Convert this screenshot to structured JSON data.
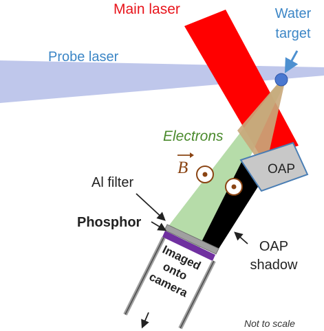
{
  "labels": {
    "main_laser": "Main laser",
    "water_target": [
      "Water",
      "target"
    ],
    "probe_laser": "Probe laser",
    "electrons": "Electrons",
    "b_field": "B",
    "al_filter": "Al filter",
    "phosphor": "Phosphor",
    "oap": "OAP",
    "oap_shadow": [
      "OAP",
      "shadow"
    ],
    "imaged_onto_camera": [
      "Imaged",
      "onto",
      "camera"
    ],
    "not_to_scale": "Not to scale"
  },
  "colors": {
    "main_laser": "#ff0000",
    "main_laser_label": "#e8141b",
    "probe_laser": "#b4bde8",
    "water_target_label": "#3c86c6",
    "water_droplet": "#4a78d0",
    "electrons": "#a9d69a",
    "electrons_label": "#4a8a2c",
    "b_field": "#8a4413",
    "oap_fill": "#c8c8c8",
    "oap_border": "#4a7eb4",
    "oap_shadow": "#000000",
    "phosphor": "#7030a0",
    "filter_frame": "#a0a0a0",
    "text_dark": "#222222"
  },
  "icons": [
    "arrow-icon",
    "b-field-out-of-page-icon"
  ]
}
